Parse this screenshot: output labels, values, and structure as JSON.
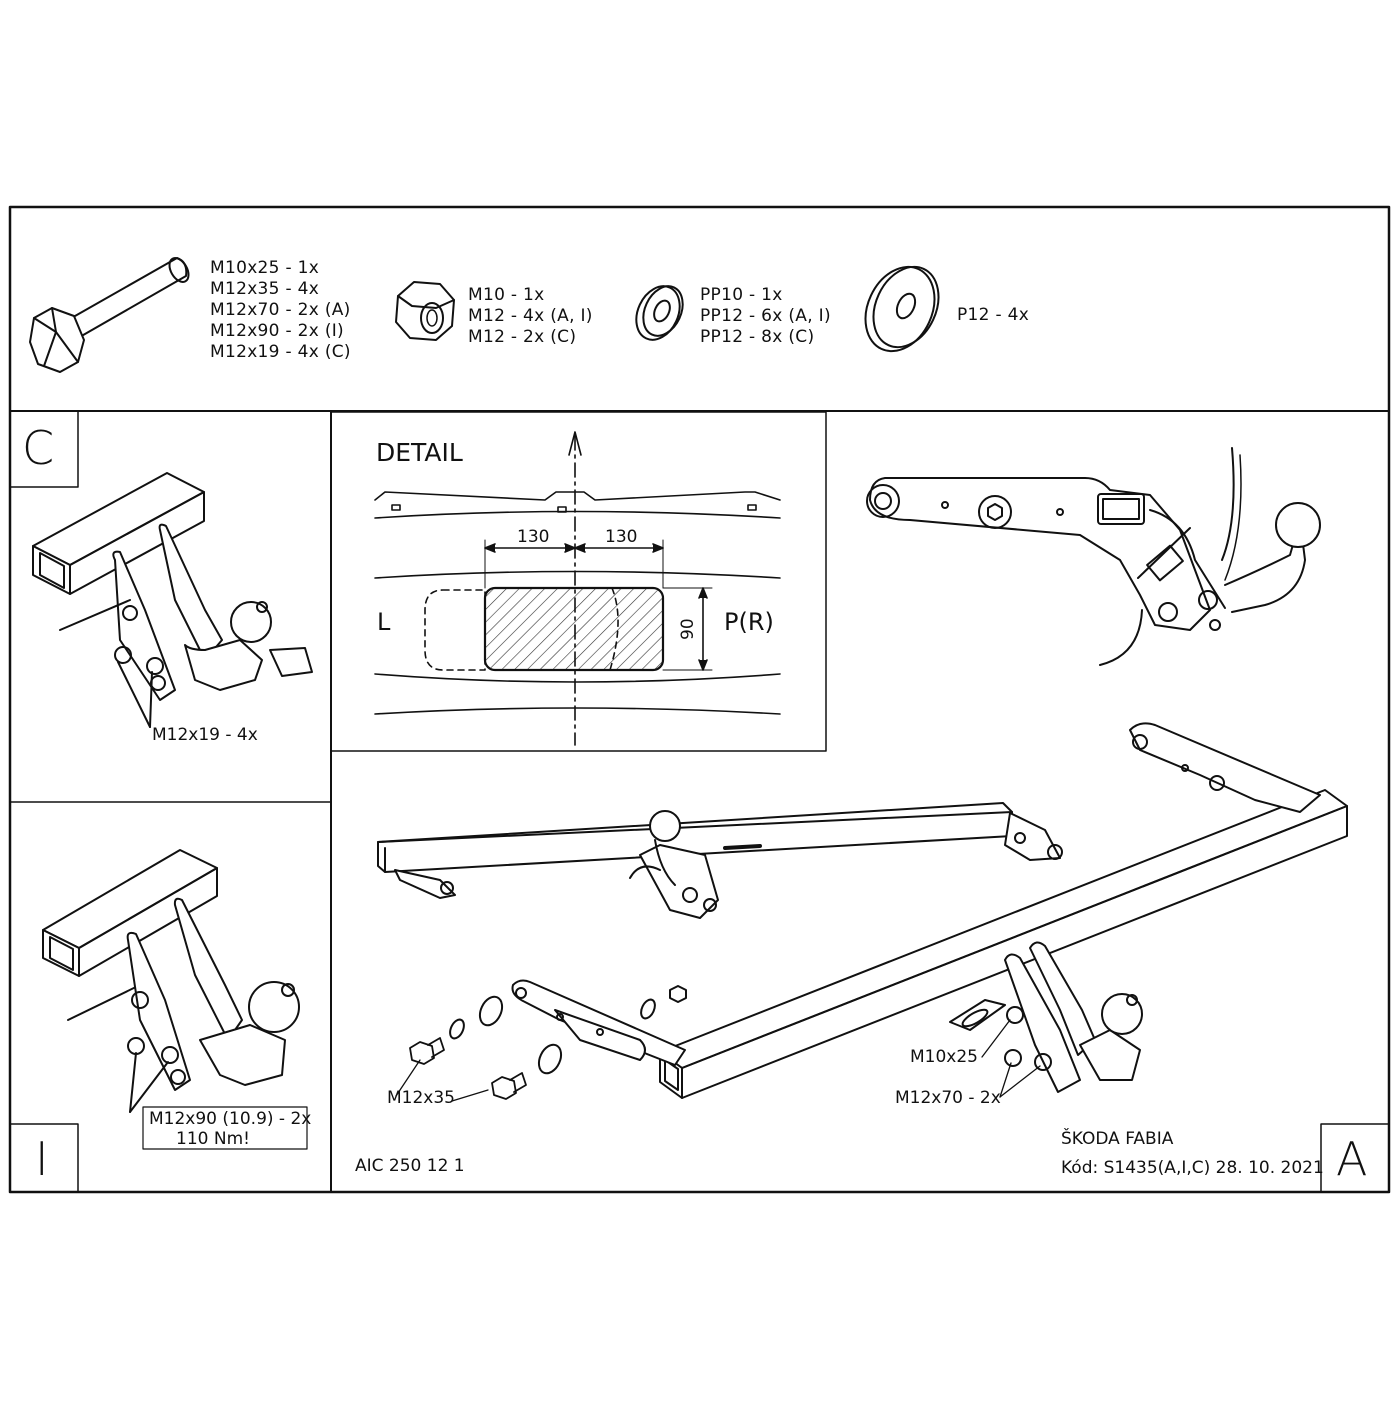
{
  "hardware": {
    "bolt": [
      "M10x25 - 1x",
      "M12x35 - 4x",
      "M12x70 - 2x (A)",
      "M12x90 - 2x (I)",
      "M12x19 - 4x (C)"
    ],
    "nut": [
      "M10 - 1x",
      "M12 - 4x (A, I)",
      "M12 - 2x (C)"
    ],
    "small_washer": [
      "PP10 - 1x",
      "PP12 - 6x (A, I)",
      "PP12 - 8x (C)"
    ],
    "large_washer": [
      "P12 - 4x"
    ]
  },
  "variant_c": {
    "letter": "C",
    "bolt_label": "M12x19 - 4x"
  },
  "variant_i": {
    "letter": "I",
    "bolt_label_line1": "M12x90 (10.9) - 2x",
    "bolt_label_line2": "110 Nm!"
  },
  "detail": {
    "title": "DETAIL",
    "dim_left": "130",
    "dim_right": "130",
    "dim_height": "90",
    "left_side": "L",
    "right_side": "P(R)"
  },
  "variant_a": {
    "letter": "A",
    "label_m10x25": "M10x25",
    "label_m12x70": "M12x70 - 2x",
    "label_m12x35": "M12x35"
  },
  "footer": {
    "code": "AIC 250 12 1",
    "vehicle": "ŠKODA FABIA",
    "kod": "Kód: S1435(A,I,C)  28. 10. 2021"
  }
}
